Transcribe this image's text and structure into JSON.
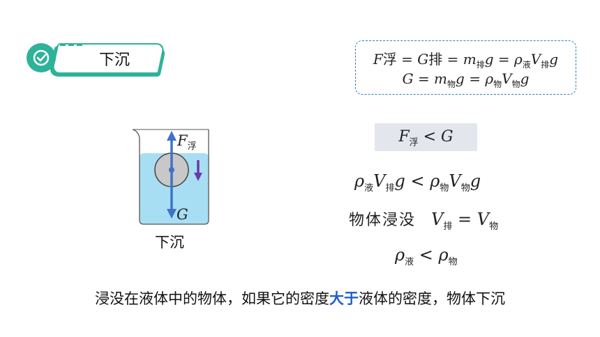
{
  "section": {
    "title": "下沉"
  },
  "formula_box": {
    "line1": {
      "F": "F",
      "F_sub": "浮",
      "eq1": " = G",
      "G_suffix": "排",
      "eq2": " = m",
      "m_sub": "排",
      "eq3": "g = ρ",
      "rho_sub": "液",
      "V": "V",
      "V_sub": "排",
      "g": "g"
    },
    "line2": {
      "G": "G = m",
      "m_sub": "物",
      "mid": "g = ρ",
      "rho_sub": "物",
      "V": "V",
      "V_sub": "物",
      "g": "g"
    }
  },
  "diagram": {
    "force_up_label": "F",
    "force_up_sub": "浮",
    "force_down_label": "G",
    "caption": "下沉",
    "colors": {
      "water": "#a8def3",
      "ball": "#c8c8c8",
      "force_arrow": "#3f72c8",
      "motion_arrow": "#6a3aa8"
    }
  },
  "condition": {
    "F": "F",
    "F_sub": "浮",
    "rel": " < G"
  },
  "eq1": {
    "rho": "ρ",
    "rho_sub": "液",
    "V": "V",
    "V_sub": "排",
    "g": "g < ρ",
    "rho2_sub": "物",
    "V2": "V",
    "V2_sub": "物",
    "g2": "g"
  },
  "eq2": {
    "text": "物体浸没",
    "V": "V",
    "V_sub": "排",
    "eq": " = V",
    "V2_sub": "物"
  },
  "eq3": {
    "rho": "ρ",
    "rho_sub": "液",
    "lt": " < ρ",
    "rho2_sub": "物"
  },
  "conclusion": {
    "part1": "浸没在液体中的物体，如果它的密度",
    "highlight": "大于",
    "part2": "液体的密度，物体下沉"
  }
}
